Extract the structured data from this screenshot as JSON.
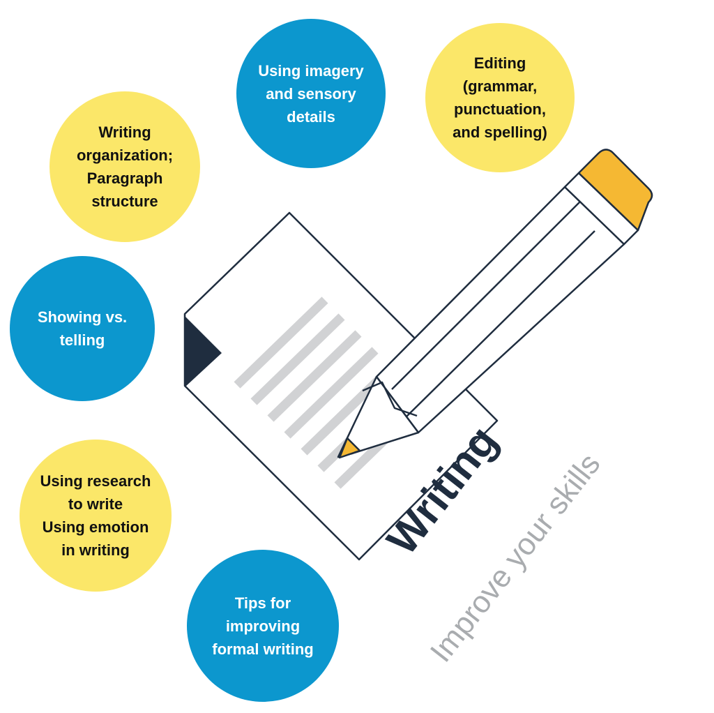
{
  "colors": {
    "yellow": "#FBE769",
    "blue": "#0C97CE",
    "navy": "#1F2D3F",
    "gray": "#A9ACAF",
    "pencil_tip": "#F5B833"
  },
  "bubbles": [
    {
      "label": "Writing\norganization;\nParagraph\nstructure",
      "color": "yellow"
    },
    {
      "label": "Using imagery\nand sensory\ndetails",
      "color": "blue"
    },
    {
      "label": "Editing\n(grammar,\npunctuation,\nand spelling)",
      "color": "yellow"
    },
    {
      "label": "Showing vs.\ntelling",
      "color": "blue"
    },
    {
      "label": "Using research\nto write\nUsing emotion\nin writing",
      "color": "yellow"
    },
    {
      "label": "Tips for\nimproving\nformal writing",
      "color": "blue"
    }
  ],
  "title": {
    "main": "Writing",
    "sub": "Improve your skills"
  },
  "icons": {
    "document": "document-icon",
    "pencil": "pencil-icon"
  }
}
